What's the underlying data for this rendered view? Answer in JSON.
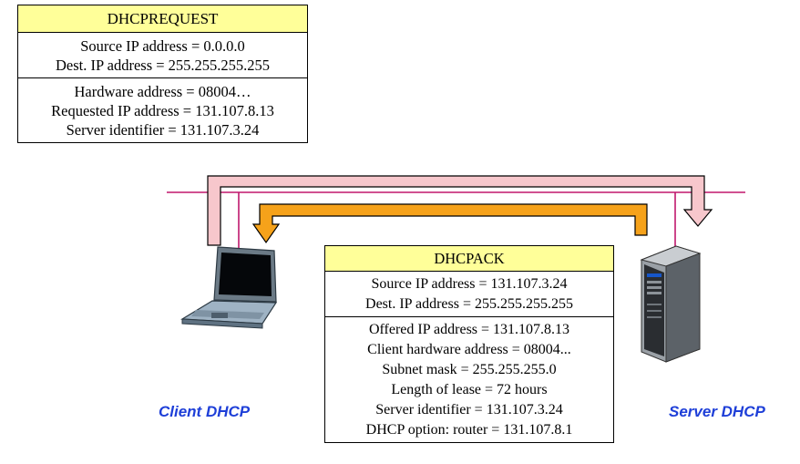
{
  "request": {
    "title": "DHCPREQUEST",
    "ip_section": [
      "Source IP address = 0.0.0.0",
      "Dest. IP address = 255.255.255.255"
    ],
    "options_section": [
      "Hardware address = 08004…",
      "Requested IP address = 131.107.8.13",
      "Server identifier = 131.107.3.24"
    ]
  },
  "ack": {
    "title": "DHCPACK",
    "ip_section": [
      "Source IP address = 131.107.3.24",
      "Dest. IP address = 255.255.255.255"
    ],
    "options_section": [
      "Offered IP address = 131.107.8.13",
      "Client hardware address = 08004...",
      "Subnet mask = 255.255.255.0",
      "Length of lease = 72 hours",
      "Server identifier = 131.107.3.24",
      "DHCP option:  router = 131.107.8.1"
    ]
  },
  "labels": {
    "client": "Client DHCP",
    "server": "Server DHCP"
  },
  "icons": {
    "client": "laptop-icon",
    "server": "server-tower-icon"
  },
  "colors": {
    "network_line": "#c0176d",
    "request_arrow": "#f7c7cc",
    "ack_arrow": "#f6a21a",
    "box_title": "#ffff99",
    "label_text": "#1e3fd8"
  }
}
